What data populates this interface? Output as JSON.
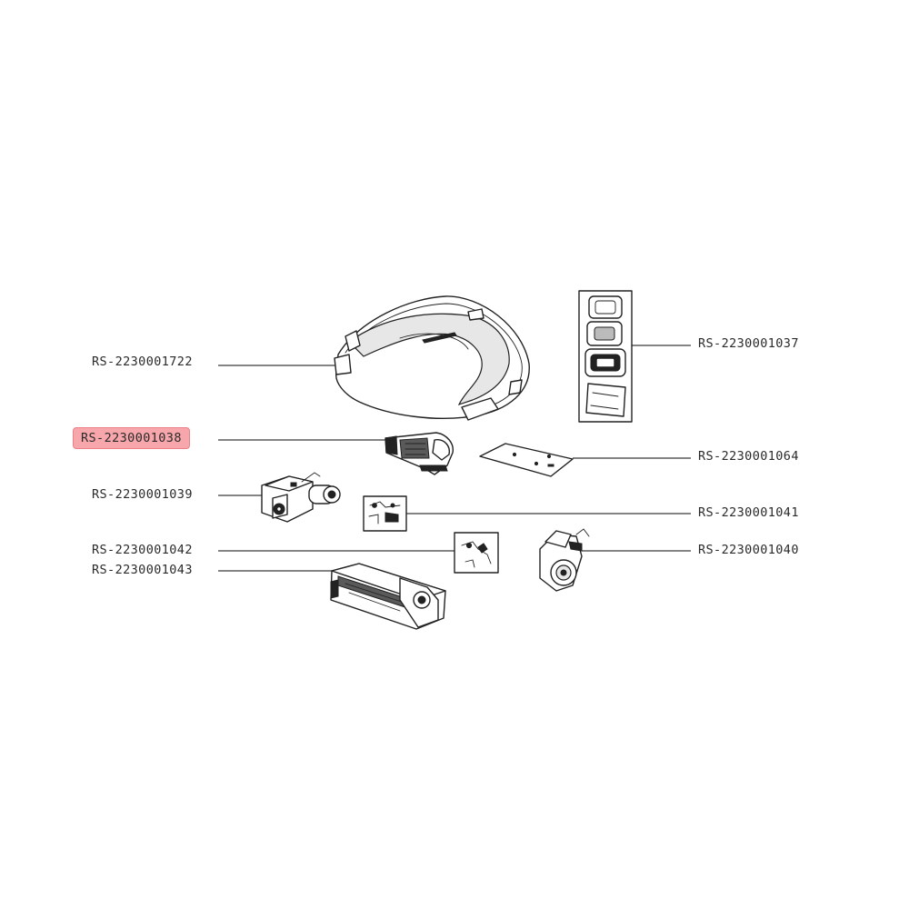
{
  "parts": [
    {
      "id": "p1722",
      "code": "RS-2230001722",
      "selected": false
    },
    {
      "id": "p1038",
      "code": "RS-2230001038",
      "selected": true
    },
    {
      "id": "p1039",
      "code": "RS-2230001039",
      "selected": false
    },
    {
      "id": "p1042",
      "code": "RS-2230001042",
      "selected": false
    },
    {
      "id": "p1043",
      "code": "RS-2230001043",
      "selected": false
    },
    {
      "id": "p1037",
      "code": "RS-2230001037",
      "selected": false
    },
    {
      "id": "p1064",
      "code": "RS-2230001064",
      "selected": false
    },
    {
      "id": "p1041",
      "code": "RS-2230001041",
      "selected": false
    },
    {
      "id": "p1040",
      "code": "RS-2230001040",
      "selected": false
    }
  ],
  "colors": {
    "highlight_fill": "#f7a6ab",
    "highlight_border": "#ee7f87",
    "line": "#3a3a3a",
    "label_text": "#2a2a2a"
  }
}
